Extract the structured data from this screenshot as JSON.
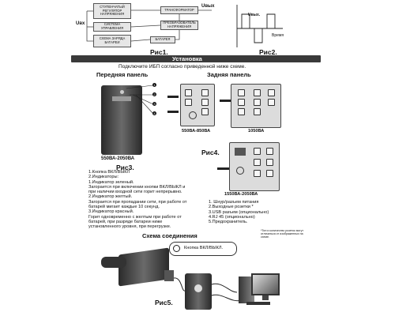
{
  "fig1": {
    "title": "Рис1.",
    "boxes": {
      "stab": "СТУПЕНЧАТЫЙ РЕГУЛЯТОР НАПРЯЖЕНИЯ",
      "transformer": "ТРАНСФОРМАТОР",
      "control": "СИСТЕМА УПРАВЛЕНИЯ",
      "converter": "ПРЕОБРАЗОВАТЕЛЬ НАПРЯЖЕНИЯ",
      "charger": "СХЕМА ЗАРЯДА БАТАРЕИ",
      "battery": "БАТАРЕЯ"
    },
    "u_in": "Uвх",
    "u_out": "Uвых"
  },
  "fig2": {
    "title": "Рис2.",
    "u_label": "Uвых.",
    "time_label": "Время"
  },
  "section": {
    "title": "Установка",
    "subtitle": "Подключите ИБП согласно приведенной ниже схеме."
  },
  "front": {
    "heading": "Передняя панель",
    "model": "550ВА-2050ВА",
    "fig": "Рис3.",
    "numbers": [
      "1",
      "2",
      "3",
      "4"
    ],
    "legend": [
      "1.Кнопка ВКЛ/ВЫКЛ",
      "2.Индикаторы:",
      "1.Индикатор зеленый.",
      "  Загорается при включении кнопки ВКЛ/ВЫКЛ и",
      "  при наличии входной сети горит  непрерывно.",
      "2.Индикатор желтый.",
      "  Загорается при пропадании сети,  при работе от",
      "  батарей мигает каждые 10 секунд.",
      "3.Индикатор красный.",
      "  Горит одновременно с желтым при работе от",
      "  батарей, при разряде батареи ниже",
      "  установленного уровня, при перегрузке."
    ]
  },
  "back": {
    "heading": "Задняя панель",
    "model_a": "550ВА-850ВА",
    "model_b": "1050ВА",
    "model_c": "1550ВА-2050ВА",
    "fig": "Рис4.",
    "legend": [
      "1. Шнур/разъем  питания",
      "2.Выходные розетки *",
      "3.USB разъем (опционально)",
      "4.RJ 45 (опционально)",
      "5.Предохранитель."
    ],
    "note": "*Тип и количество розеток могут отличаться от изображенных на схеме."
  },
  "connection": {
    "heading": "Схема соединения",
    "button_label": "Кнопка ВКЛ/ВЫКЛ.",
    "fig": "Рис5."
  }
}
